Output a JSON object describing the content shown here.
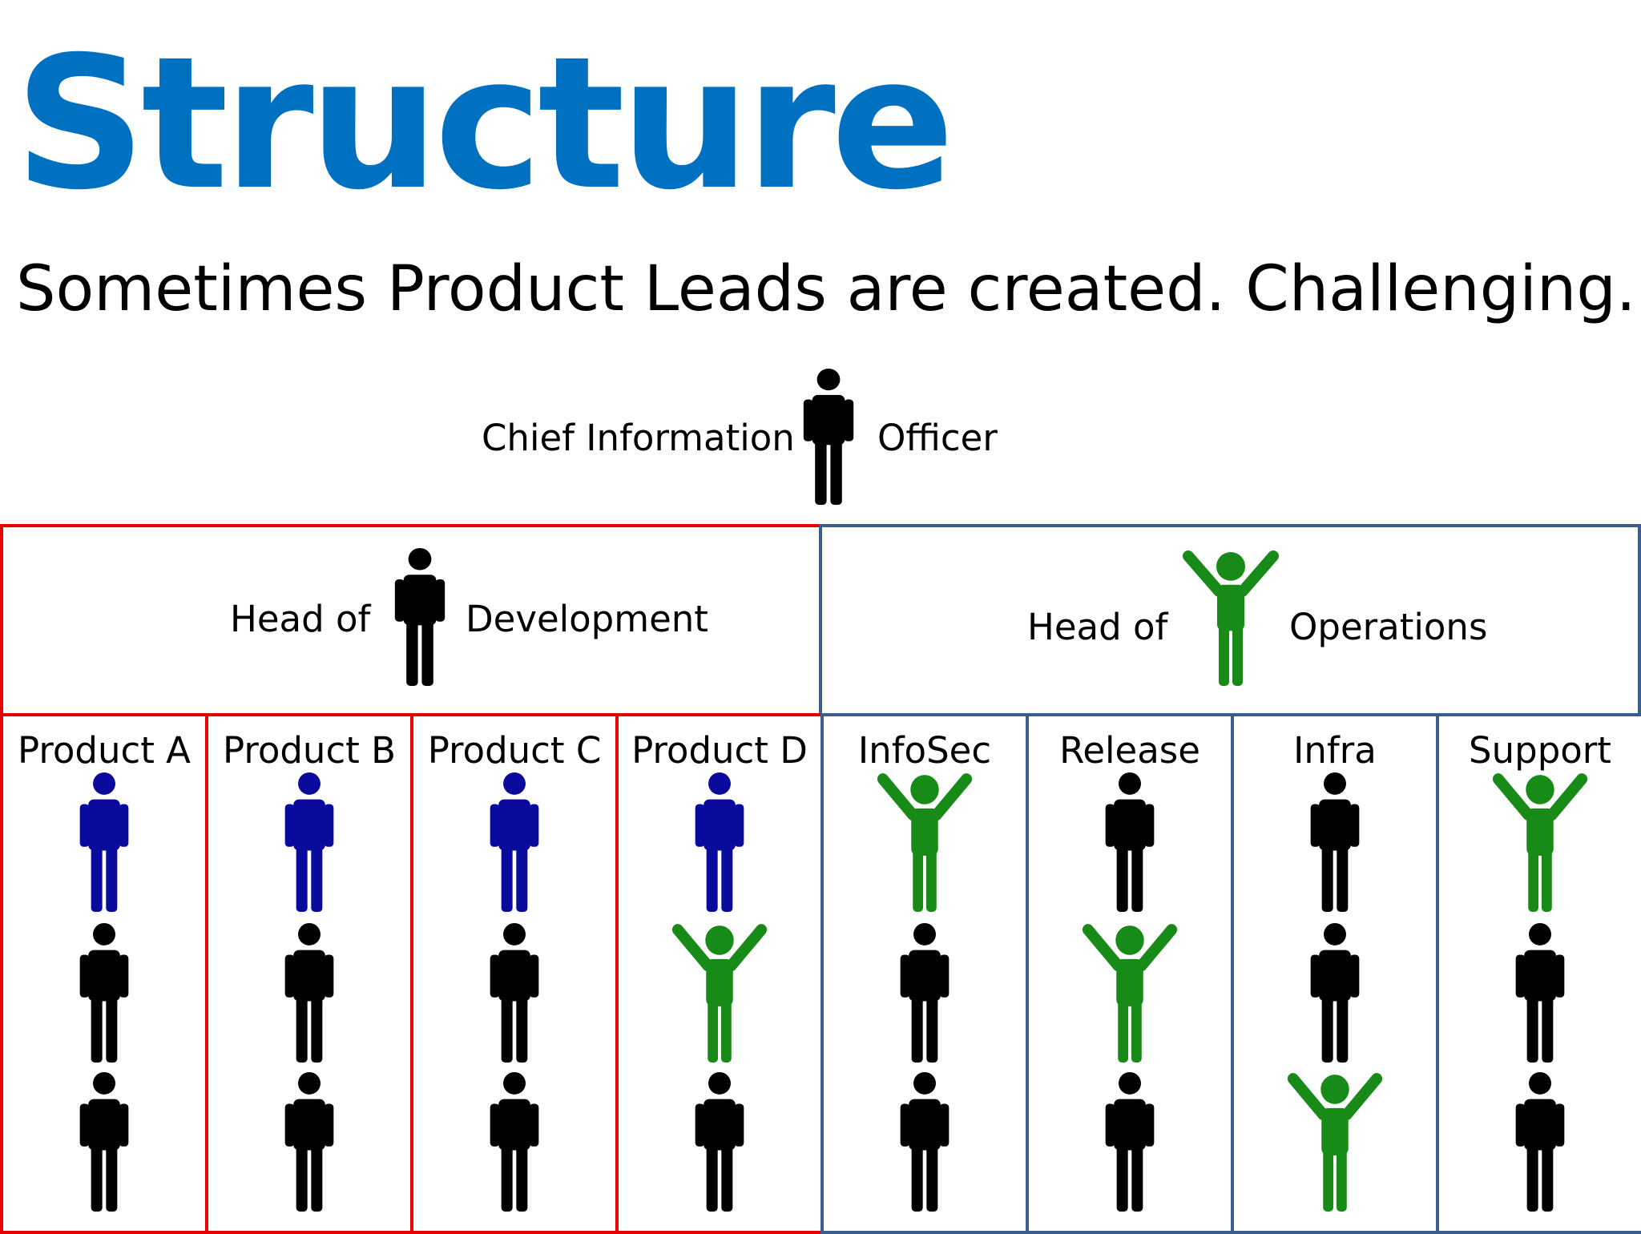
{
  "title": "Structure",
  "subtitle": "Sometimes Product Leads are created. Challenging.",
  "colors": {
    "title": "#0070C0",
    "development_border": "#E60000",
    "operations_border": "#3C5E8C",
    "black_person": "#000000",
    "blue_person": "#0A0A9C",
    "green_person": "#188A18"
  },
  "cio": {
    "label_left": "Chief Information",
    "label_right": "Officer",
    "icon": "person-standing-icon",
    "color": "black"
  },
  "development": {
    "label_left": "Head of",
    "label_right": "Development",
    "icon": "person-standing-icon",
    "color": "black",
    "teams": [
      {
        "name": "Product A",
        "members": [
          "blue",
          "black",
          "black"
        ]
      },
      {
        "name": "Product B",
        "members": [
          "blue",
          "black",
          "black"
        ]
      },
      {
        "name": "Product C",
        "members": [
          "blue",
          "black",
          "black"
        ]
      },
      {
        "name": "Product D",
        "members": [
          "blue",
          "green",
          "black"
        ]
      }
    ]
  },
  "operations": {
    "label_left": "Head of",
    "label_right": "Operations",
    "icon": "person-cheering-icon",
    "color": "green",
    "teams": [
      {
        "name": "InfoSec",
        "members": [
          "green",
          "black",
          "black"
        ]
      },
      {
        "name": "Release",
        "members": [
          "black",
          "green",
          "black"
        ]
      },
      {
        "name": "Infra",
        "members": [
          "black",
          "black",
          "green"
        ]
      },
      {
        "name": "Support",
        "members": [
          "green",
          "black",
          "black"
        ]
      }
    ]
  }
}
